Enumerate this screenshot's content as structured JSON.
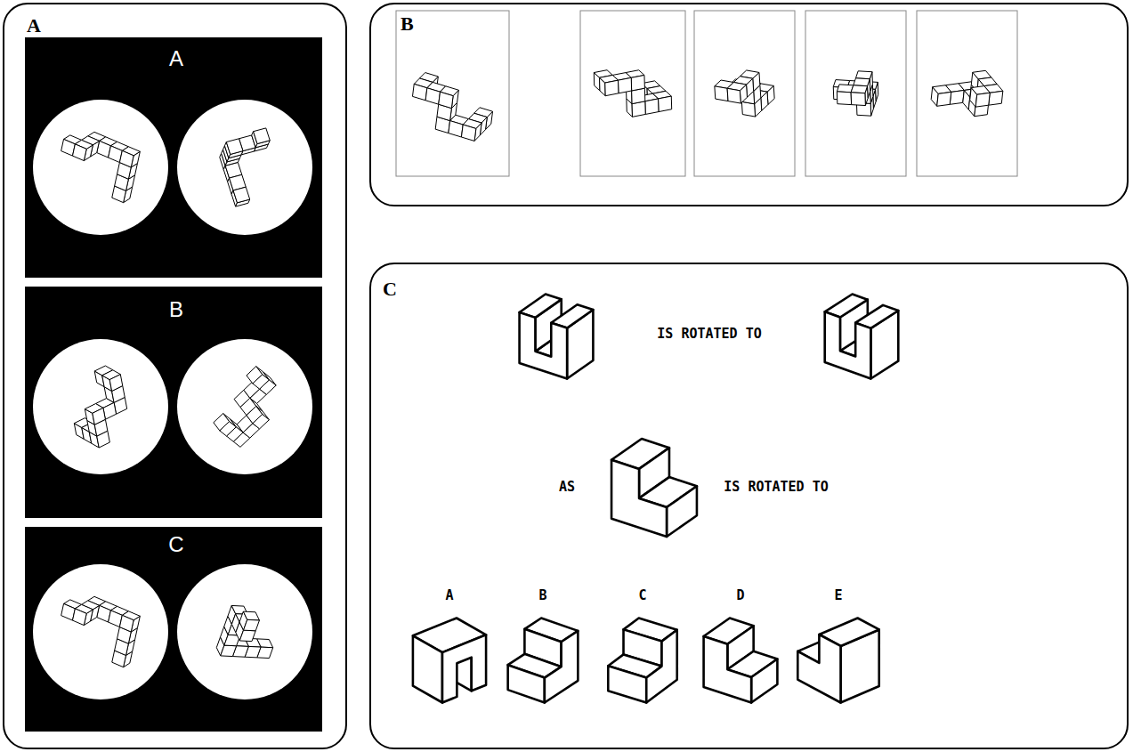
{
  "diagram": {
    "nodes": [
      {
        "text": [
          "A"
        ]
      },
      {
        "text": [
          "A"
        ],
        "in": 0
      },
      {
        "text": [
          "B"
        ],
        "in": 0
      },
      {
        "text": [
          "C"
        ],
        "in": 0
      },
      {
        "text": [
          "B"
        ]
      },
      {
        "text": [
          "C",
          "IS ROTATED TO",
          "AS",
          "IS ROTATED TO",
          "A",
          "B",
          "C",
          "D",
          "E"
        ]
      }
    ]
  }
}
